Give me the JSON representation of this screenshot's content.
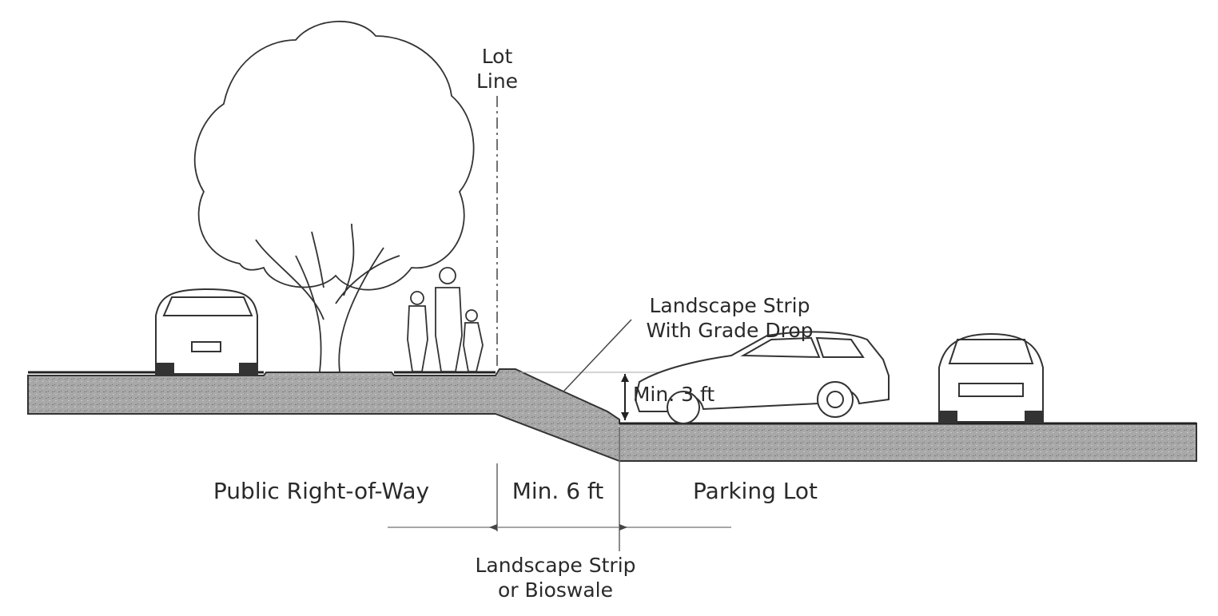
{
  "diagram": {
    "lot_line_label": [
      "Lot",
      "Line"
    ],
    "grade_drop_label": [
      "Landscape Strip",
      "With Grade Drop"
    ],
    "min_height_label": "Min. 3 ft",
    "right_of_way_label": "Public Right-of-Way",
    "min_width_label": "Min. 6 ft",
    "parking_lot_label": "Parking Lot",
    "strip_label": [
      "Landscape Strip",
      "or Bioswale"
    ],
    "colors": {
      "ground": "#9a9a9a",
      "line": "#222222"
    }
  }
}
